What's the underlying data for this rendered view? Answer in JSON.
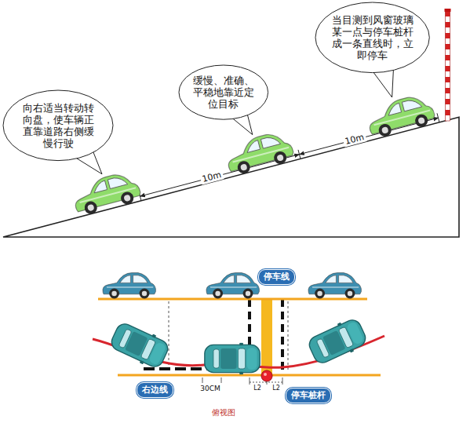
{
  "diagram": {
    "nodes": [
      {
        "text": [
          "向右适当转动转向盘，使车辆正直靠道路右侧缓慢行驶"
        ]
      },
      {
        "text": [
          "缓慢、准确、平稳地靠近定位目标"
        ]
      },
      {
        "text": [
          "当目测到风窗玻璃某一点与停车桩杆成一条直线时，立即停车"
        ]
      },
      {
        "text": [
          "停车线"
        ]
      },
      {
        "text": [
          "右边线"
        ]
      },
      {
        "text": [
          "停车桩杆"
        ]
      }
    ],
    "labels": [
      "10m",
      "10m",
      "30CM",
      "L2",
      "L2",
      "俯视图"
    ]
  }
}
